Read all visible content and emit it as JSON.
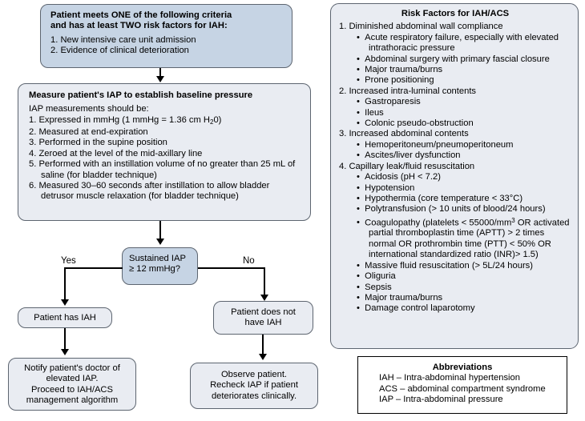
{
  "flow": {
    "entry": {
      "title_line1": "Patient meets ONE of the following criteria",
      "title_line2": "and has at least TWO risk factors for IAH:",
      "items": [
        "1. New intensive care unit admission",
        "2. Evidence of clinical deterioration"
      ]
    },
    "measure": {
      "title": "Measure patient's IAP to establish baseline pressure",
      "lead": "IAP measurements should be:",
      "items": [
        "1. Expressed in mmHg (1 mmHg = 1.36 cm H₂0)",
        "2. Measured at end-expiration",
        "3. Performed in the supine position",
        "4. Zeroed at the level of the mid-axillary line",
        "5. Performed with an instillation volume of no greater than 25 mL of saline (for bladder technique)",
        "6. Measured 30–60 seconds after instillation to allow bladder detrusor muscle relaxation (for bladder technique)"
      ]
    },
    "decision": {
      "line1": "Sustained IAP",
      "line2": "≥ 12 mmHg?",
      "yes_label": "Yes",
      "no_label": "No"
    },
    "yes_branch": {
      "result": "Patient has IAH",
      "action_line1": "Notify patient's doctor of",
      "action_line2": "elevated IAP.",
      "action_line3": "Proceed to IAH/ACS",
      "action_line4": "management algorithm"
    },
    "no_branch": {
      "result_line1": "Patient does not",
      "result_line2": "have IAH",
      "action_line1": "Observe patient.",
      "action_line2": "Recheck IAP if patient",
      "action_line3": "deteriorates clinically."
    }
  },
  "risk_panel": {
    "title": "Risk Factors for IAH/ACS",
    "groups": [
      {
        "number": "1.",
        "heading": "Diminished abdominal wall compliance",
        "bullets": [
          "Acute respiratory failure, especially with elevated intrathoracic pressure",
          "Abdominal surgery with primary fascial closure",
          "Major trauma/burns",
          "Prone positioning"
        ]
      },
      {
        "number": "2.",
        "heading": "Increased intra-luminal contents",
        "bullets": [
          "Gastroparesis",
          "Ileus",
          "Colonic pseudo-obstruction"
        ]
      },
      {
        "number": "3.",
        "heading": "Increased abdominal contents",
        "bullets": [
          "Hemoperitoneum/pneumoperitoneum",
          "Ascites/liver dysfunction"
        ]
      },
      {
        "number": "4.",
        "heading": "Capillary leak/fluid resuscitation",
        "bullets": [
          "Acidosis (pH < 7.2)",
          "Hypotension",
          "Hypothermia (core temperature < 33°C)",
          "Polytransfusion (> 10 units of blood/24 hours)",
          "Coagulopathy (platelets < 55000/mm³ OR activated partial thromboplastin time (APTT) > 2 times normal OR prothrombin time (PTT) < 50% OR international standardized ratio (INR)> 1.5)",
          "Massive fluid resuscitation (> 5L/24 hours)",
          "Oliguria",
          "Sepsis",
          "Major trauma/burns",
          "Damage control laparotomy"
        ]
      }
    ]
  },
  "abbreviations": {
    "title": "Abbreviations",
    "entries": [
      "IAH – Intra-abdominal hypertension",
      "ACS – abdominal compartment syndrome",
      "IAP – Intra-abdominal pressure"
    ]
  },
  "colors": {
    "blue_fill": "#c6d4e4",
    "gray_fill": "#e9ecf2",
    "border": "#5d6570",
    "line": "#000000"
  }
}
